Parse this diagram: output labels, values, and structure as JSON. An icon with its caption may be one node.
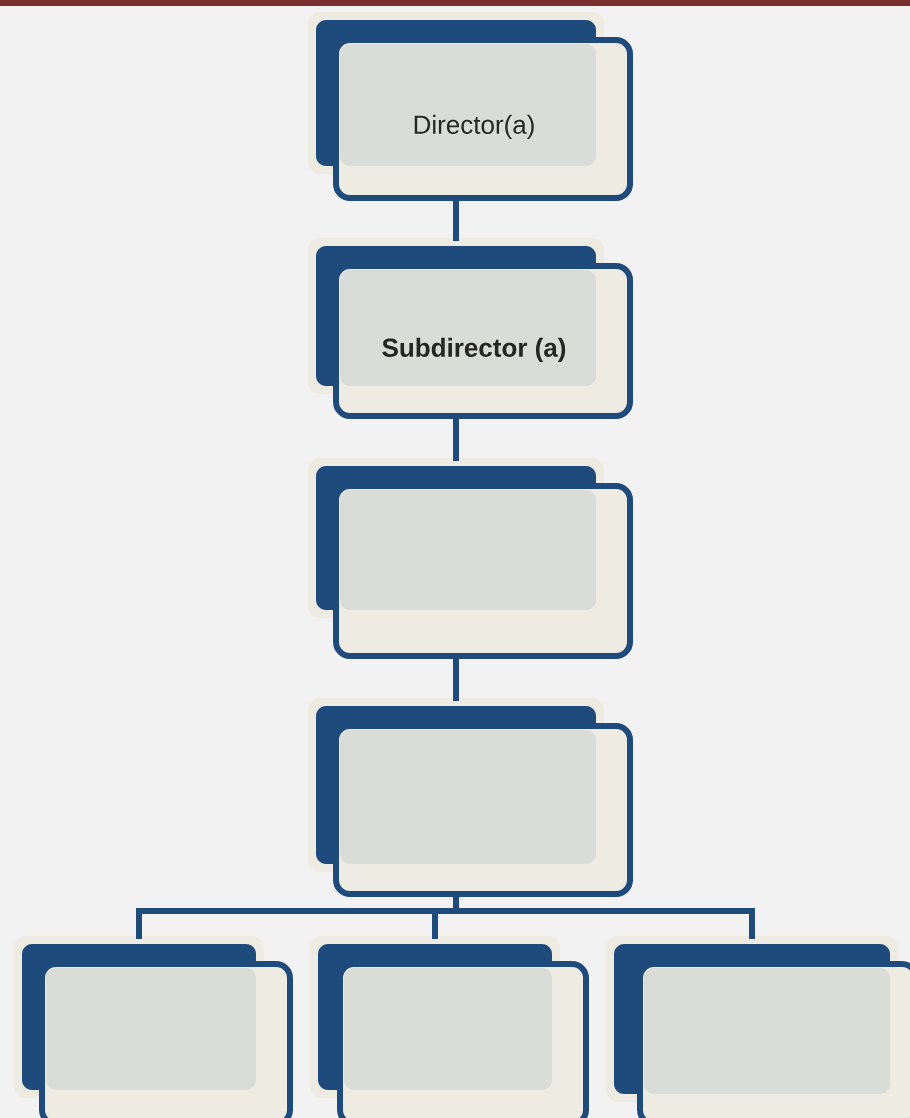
{
  "diagram": {
    "nodes": [
      {
        "text": [
          "Director(a)"
        ]
      },
      {
        "text": [
          "Subdirector (a)"
        ]
      },
      {
        "text": [],
        "shape": "box"
      },
      {
        "text": [],
        "shape": "box"
      },
      {
        "text": [],
        "shape": "box"
      },
      {
        "text": [],
        "shape": "box"
      },
      {
        "text": [],
        "shape": "box"
      }
    ],
    "edges": [
      {
        "from": 0,
        "to": 1,
        "arrow": "none"
      },
      {
        "from": 1,
        "to": 2,
        "arrow": "none"
      },
      {
        "from": 2,
        "to": 3,
        "arrow": "none"
      },
      {
        "from": 3,
        "to": 4,
        "arrow": "none"
      },
      {
        "from": 3,
        "to": 5,
        "arrow": "none"
      },
      {
        "from": 3,
        "to": 6,
        "arrow": "none"
      }
    ]
  }
}
